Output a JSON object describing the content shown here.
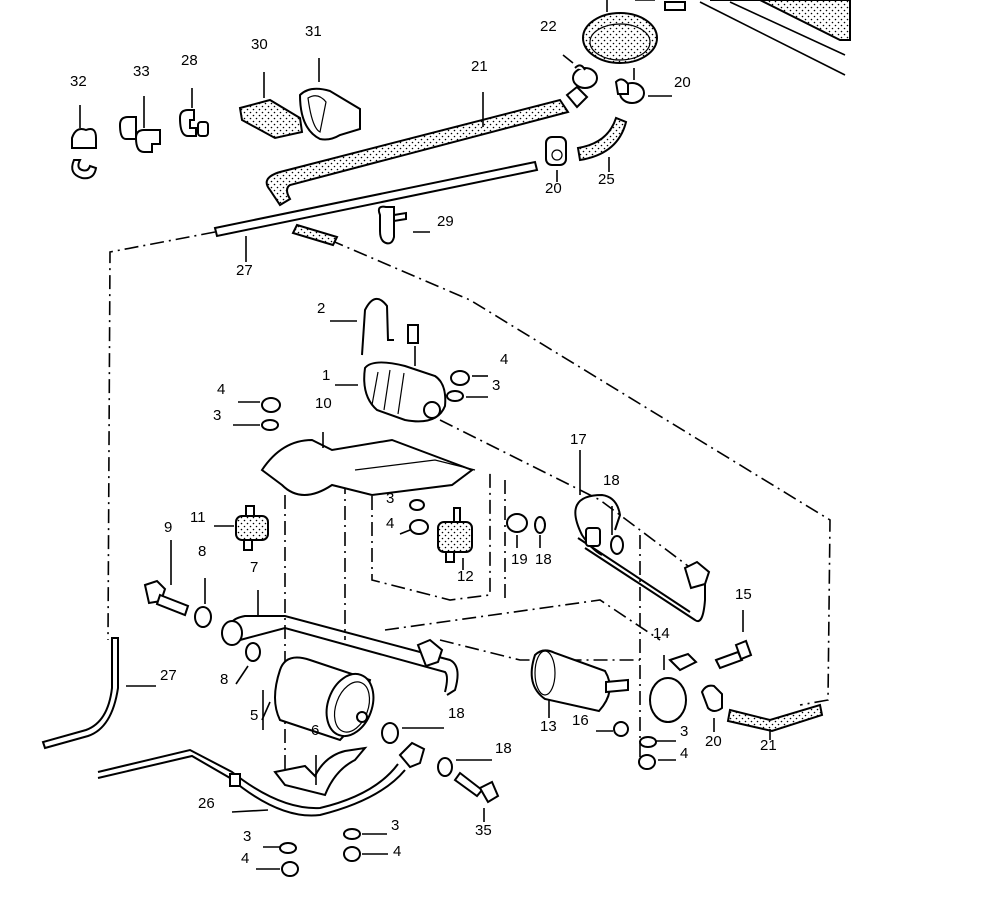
{
  "diagram": {
    "title": "Fuel pump / fuel filter exploded parts diagram",
    "callouts": [
      {
        "id": "c1",
        "label": "1"
      },
      {
        "id": "c2",
        "label": "2"
      },
      {
        "id": "c3a",
        "label": "3"
      },
      {
        "id": "c3b",
        "label": "3"
      },
      {
        "id": "c3c",
        "label": "3"
      },
      {
        "id": "c3d",
        "label": "3"
      },
      {
        "id": "c3e",
        "label": "3"
      },
      {
        "id": "c3f",
        "label": "3"
      },
      {
        "id": "c4a",
        "label": "4"
      },
      {
        "id": "c4b",
        "label": "4"
      },
      {
        "id": "c4c",
        "label": "4"
      },
      {
        "id": "c4d",
        "label": "4"
      },
      {
        "id": "c4e",
        "label": "4"
      },
      {
        "id": "c4f",
        "label": "4"
      },
      {
        "id": "c5",
        "label": "5"
      },
      {
        "id": "c6",
        "label": "6"
      },
      {
        "id": "c7",
        "label": "7"
      },
      {
        "id": "c8a",
        "label": "8"
      },
      {
        "id": "c8b",
        "label": "8"
      },
      {
        "id": "c9",
        "label": "9"
      },
      {
        "id": "c10",
        "label": "10"
      },
      {
        "id": "c11",
        "label": "11"
      },
      {
        "id": "c12",
        "label": "12"
      },
      {
        "id": "c13",
        "label": "13"
      },
      {
        "id": "c14",
        "label": "14"
      },
      {
        "id": "c15",
        "label": "15"
      },
      {
        "id": "c16",
        "label": "16"
      },
      {
        "id": "c17",
        "label": "17"
      },
      {
        "id": "c18a",
        "label": "18"
      },
      {
        "id": "c18b",
        "label": "18"
      },
      {
        "id": "c18c",
        "label": "18"
      },
      {
        "id": "c18d",
        "label": "18"
      },
      {
        "id": "c19",
        "label": "19"
      },
      {
        "id": "c20a",
        "label": "20"
      },
      {
        "id": "c20b",
        "label": "20"
      },
      {
        "id": "c20c",
        "label": "20"
      },
      {
        "id": "c21a",
        "label": "21"
      },
      {
        "id": "c21b",
        "label": "21"
      },
      {
        "id": "c22",
        "label": "22"
      },
      {
        "id": "c25",
        "label": "25"
      },
      {
        "id": "c26",
        "label": "26"
      },
      {
        "id": "c27a",
        "label": "27"
      },
      {
        "id": "c27b",
        "label": "27"
      },
      {
        "id": "c28",
        "label": "28"
      },
      {
        "id": "c29",
        "label": "29"
      },
      {
        "id": "c30",
        "label": "30"
      },
      {
        "id": "c31",
        "label": "31"
      },
      {
        "id": "c32",
        "label": "32"
      },
      {
        "id": "c33",
        "label": "33"
      },
      {
        "id": "c35",
        "label": "35"
      }
    ]
  }
}
